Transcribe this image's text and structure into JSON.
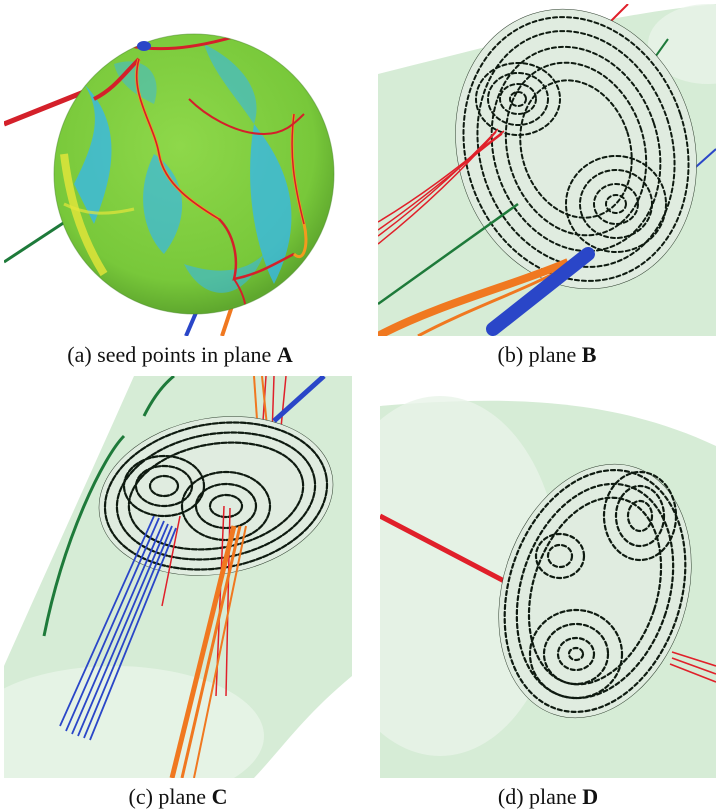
{
  "figure": {
    "panels": [
      {
        "id": "a",
        "caption_prefix": "(a) seed points in plane ",
        "caption_bold": "A"
      },
      {
        "id": "b",
        "caption_prefix": "(b) plane ",
        "caption_bold": "B"
      },
      {
        "id": "c",
        "caption_prefix": "(c) plane ",
        "caption_bold": "C"
      },
      {
        "id": "d",
        "caption_prefix": "(d) plane ",
        "caption_bold": "D"
      }
    ],
    "colors": {
      "tube_fill": "#d6ecd6",
      "tube_edge": "#b9dcb9",
      "sphere_green": "#7fd03a",
      "sphere_cyan": "#37b8e6",
      "ridge_red": "#d4202a",
      "ridge_orange": "#f39a1e",
      "ridge_yellow": "#e6e63a",
      "line_red": "#e0202a",
      "line_green": "#1e7a3a",
      "line_blue": "#2a46c8",
      "line_orange": "#f07820",
      "arrow_black": "#0e1a10"
    }
  }
}
